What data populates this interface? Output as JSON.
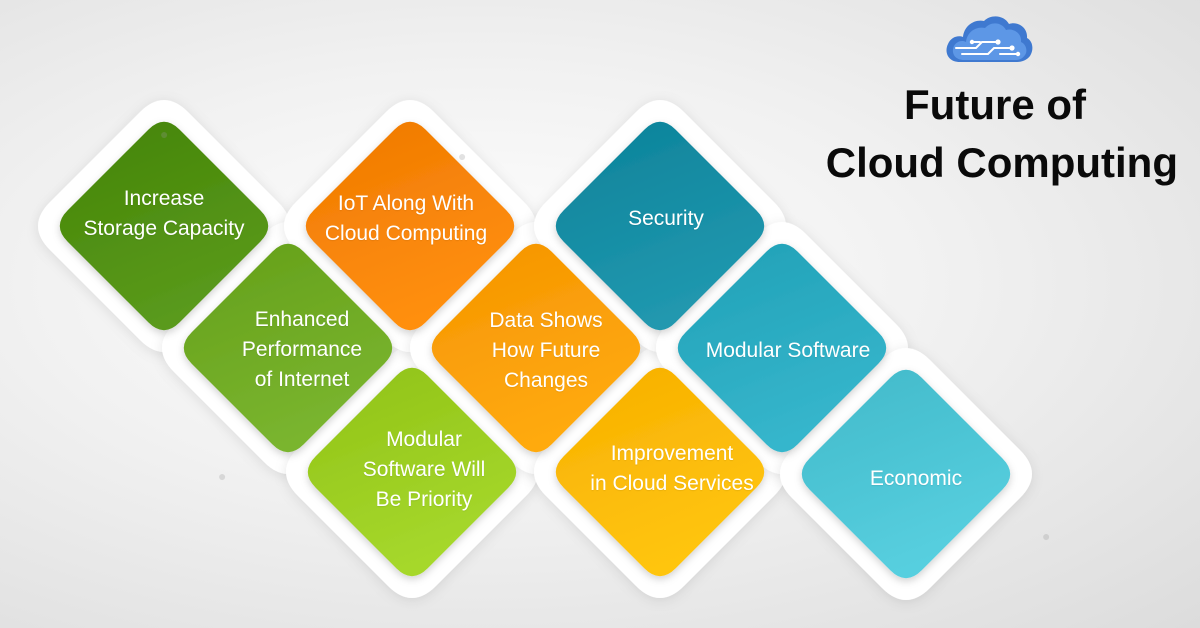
{
  "title": {
    "line1": "Future of",
    "line2": "Cloud Computing"
  },
  "icons": {
    "logo": "cloud-circuit-icon"
  },
  "colors": {
    "green_dark": "#4a8a0c",
    "green_mid": "#6aa51f",
    "green_light": "#96c81c",
    "orange_dark": "#f57f00",
    "orange_mid": "#fb9a00",
    "orange_light": "#fdb500",
    "teal_dark": "#11889f",
    "teal_mid": "#26a6bc",
    "teal_light": "#47bfcf"
  },
  "tiles": [
    {
      "id": "increase-storage",
      "label": "Increase\nStorage Capacity",
      "color": "green_dark"
    },
    {
      "id": "enhanced-performance",
      "label": "Enhanced\nPerformance\nof Internet",
      "color": "green_mid"
    },
    {
      "id": "modular-priority",
      "label": "Modular\nSoftware Will\nBe Priority",
      "color": "green_light"
    },
    {
      "id": "iot-cloud",
      "label": "IoT Along With\nCloud Computing",
      "color": "orange_dark"
    },
    {
      "id": "data-shows",
      "label": "Data Shows\nHow Future\nChanges",
      "color": "orange_mid"
    },
    {
      "id": "improvement",
      "label": "Improvement\nin Cloud Services",
      "color": "orange_light"
    },
    {
      "id": "security",
      "label": "Security",
      "color": "teal_dark"
    },
    {
      "id": "modular-software",
      "label": "Modular Software",
      "color": "teal_mid"
    },
    {
      "id": "economic",
      "label": "Economic",
      "color": "teal_light"
    }
  ]
}
